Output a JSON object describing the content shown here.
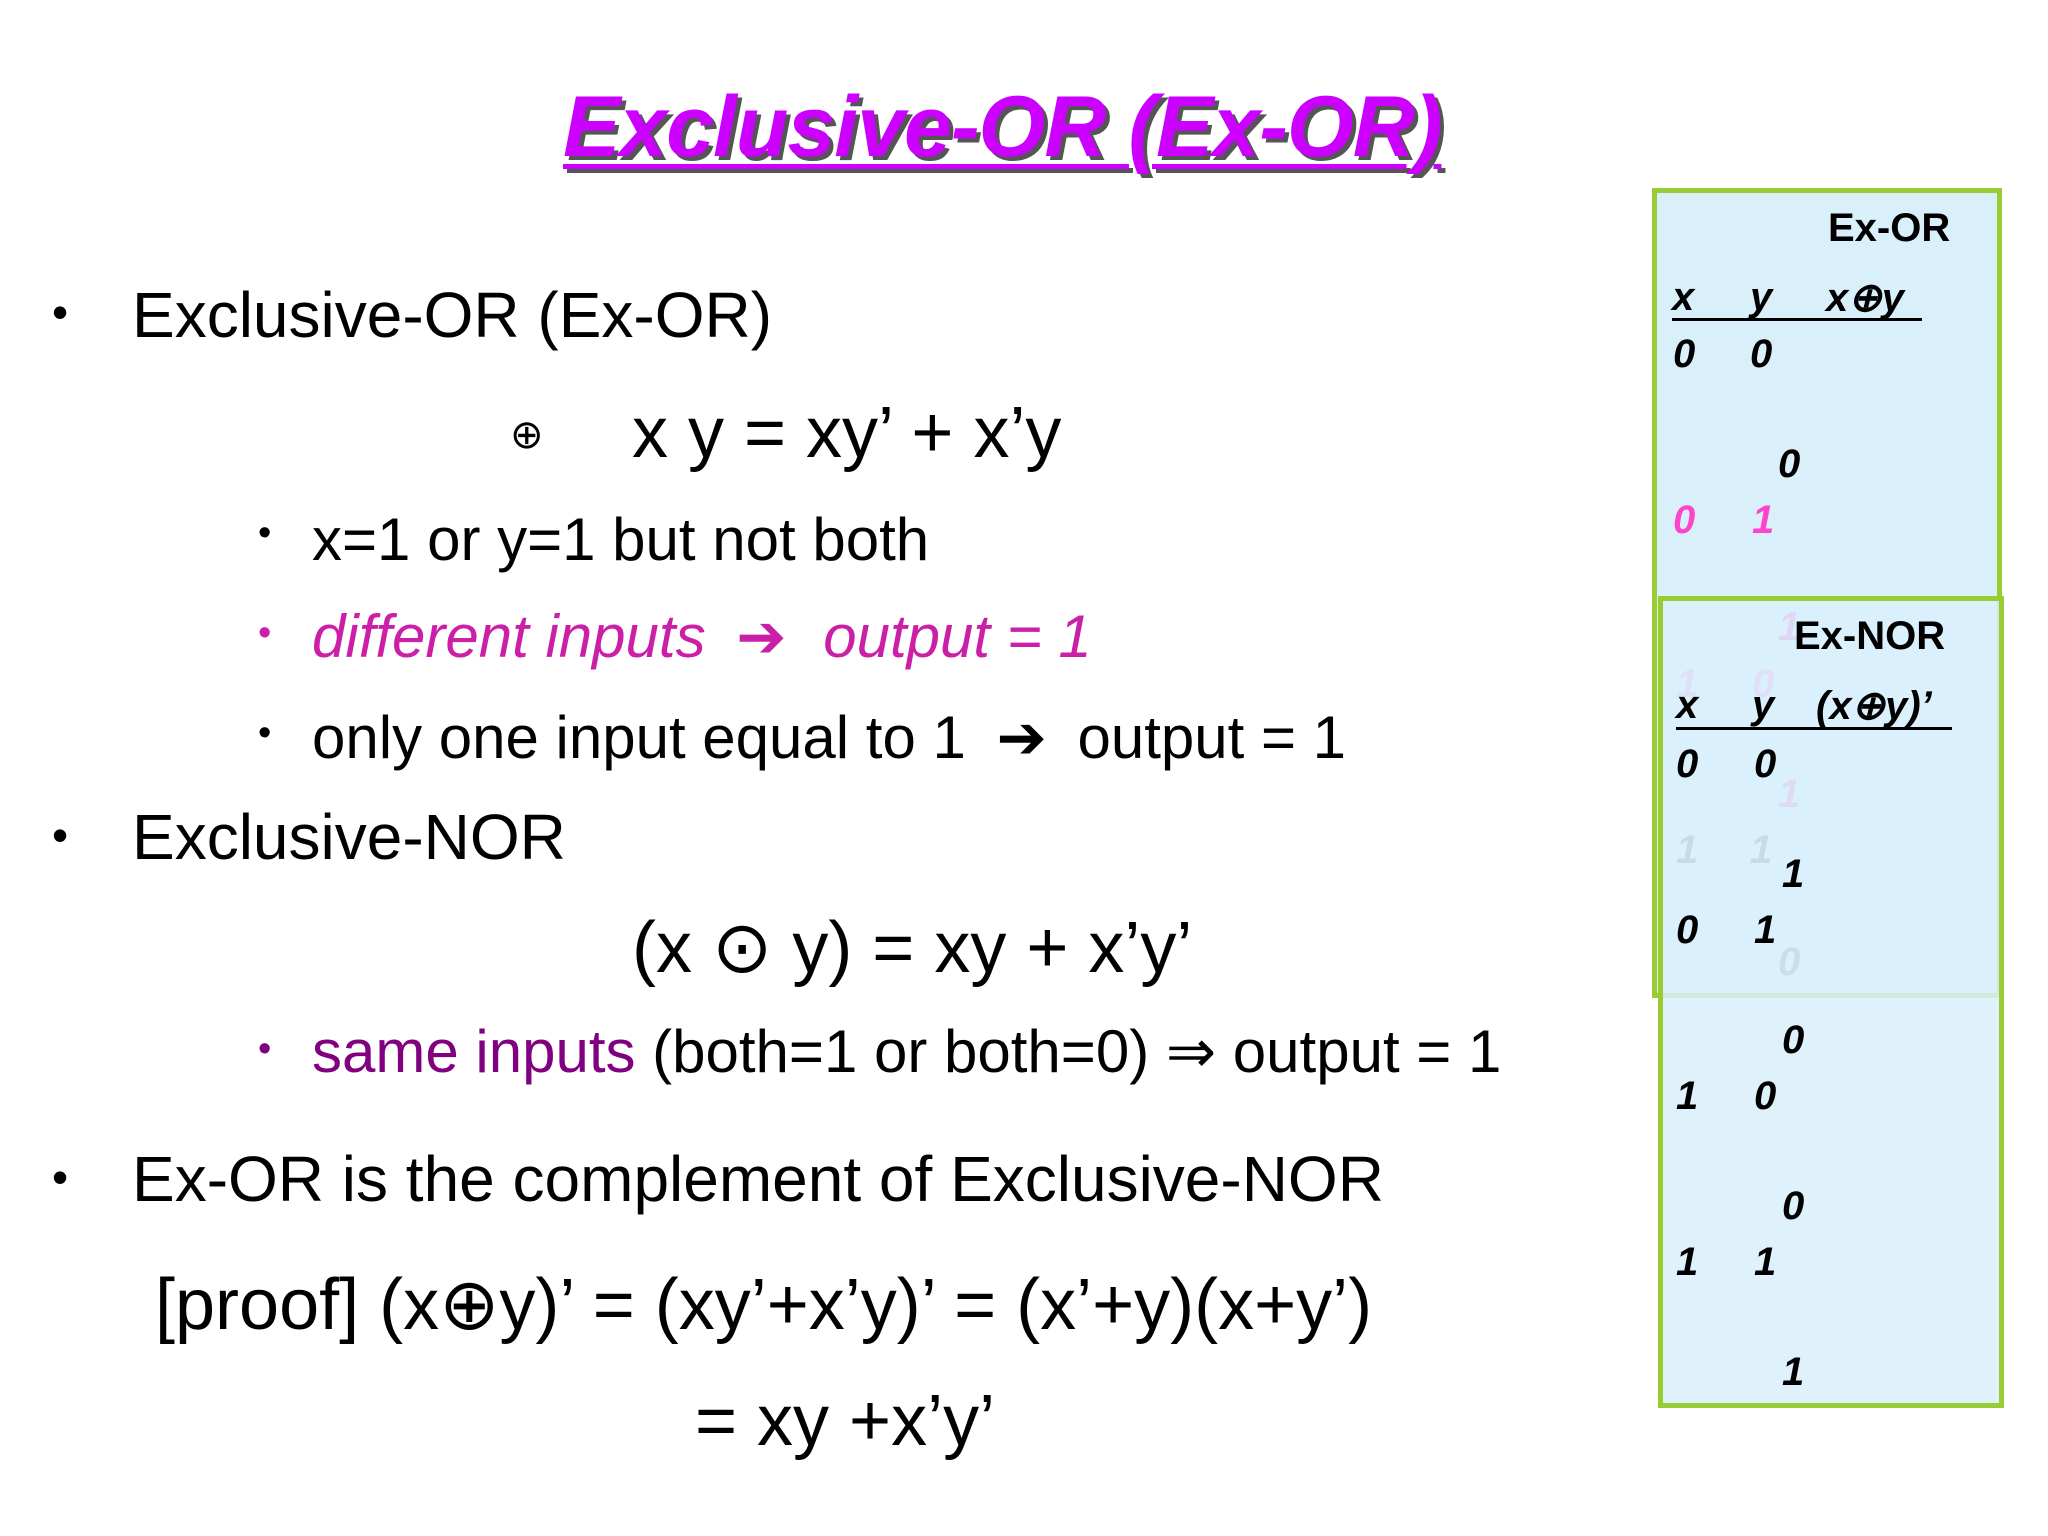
{
  "title": "Exclusive-OR (Ex-OR)",
  "bullets": {
    "exor_heading": "Exclusive-OR (Ex-OR)",
    "exor_symbol": "⊕",
    "exor_formula": "x  y = xy’ + x’y",
    "sub1": "x=1 or y=1 but not both",
    "sub2_a": "different inputs",
    "sub2_arrow": "➔",
    "sub2_b": "output = 1",
    "sub3_a": "only one input equal to 1",
    "sub3_arrow": "➔",
    "sub3_b": "output = 1",
    "exnor_heading": "Exclusive-NOR",
    "exnor_formula": "(x ⊙ y) = xy + x’y’",
    "sub4_a": "same inputs",
    "sub4_b": " (both=1 or both=0) ⇒ output = 1",
    "complement": "Ex-OR is the complement of Exclusive-NOR",
    "proof_line1": "[proof]  (x⊕y)’ = (xy’+x’y)’ = (x’+y)(x+y’)",
    "proof_line2": "=  xy +x’y’"
  },
  "exor_table": {
    "label": "Ex-OR",
    "col_x": "x",
    "col_y": "y",
    "col_out": "x⊕y",
    "rows": [
      {
        "x": "0",
        "y": "0",
        "out": "0"
      },
      {
        "x": "0",
        "y": "1",
        "out": "1"
      },
      {
        "x": "1",
        "y": "0",
        "out": "1"
      },
      {
        "x": "1",
        "y": "1",
        "out": "0"
      }
    ]
  },
  "exnor_table": {
    "label": "Ex-NOR",
    "col_x": "x",
    "col_y": "y",
    "col_out": "(x⊕y)’",
    "rows": [
      {
        "x": "0",
        "y": "0",
        "out": "1"
      },
      {
        "x": "0",
        "y": "1",
        "out": "0"
      },
      {
        "x": "1",
        "y": "0",
        "out": "0"
      },
      {
        "x": "1",
        "y": "1",
        "out": "1"
      }
    ]
  },
  "colors": {
    "title": "#cc00ff",
    "magenta": "#cc1fa8",
    "purple": "#800080",
    "panel_border": "#99cc33",
    "panel_fill": "#d9f0fb"
  }
}
